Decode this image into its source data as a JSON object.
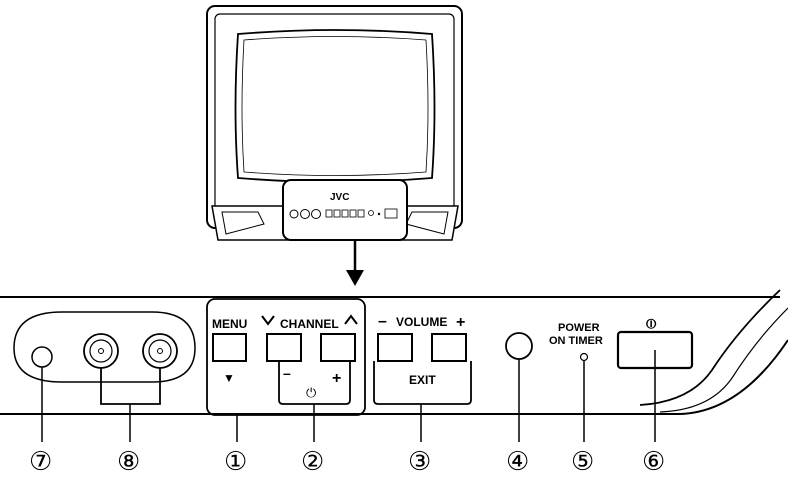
{
  "tv": {
    "brand": "JVC"
  },
  "panel": {
    "menu_label": "MENU",
    "channel_label": "CHANNEL",
    "volume_label": "VOLUME",
    "exit_label": "EXIT",
    "power_on_timer_line1": "POWER",
    "power_on_timer_line2": "ON TIMER",
    "minus_sign": "–",
    "plus_sign": "+",
    "down_arrow": "▼",
    "power_glyph": "⏻",
    "main_power_glyph": "⏼"
  },
  "callouts": [
    "①",
    "②",
    "③",
    "④",
    "⑤",
    "⑥",
    "⑦",
    "⑧"
  ]
}
